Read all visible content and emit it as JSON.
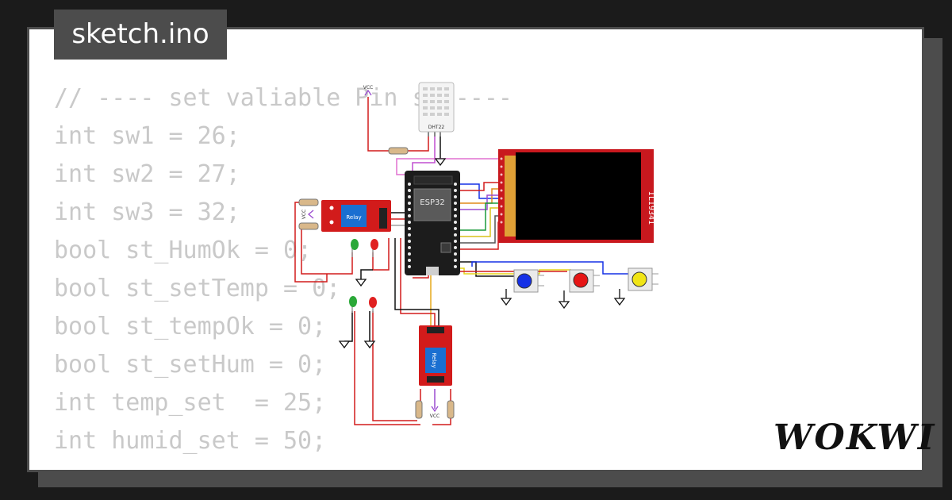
{
  "file_tab": {
    "title": "sketch.ino"
  },
  "code_lines": [
    "// ---- set valiable Pin sw ----",
    "int sw1 = 26;",
    "int sw2 = 27;",
    "int sw3 = 32;",
    "bool st_HumOk = 0;",
    "bool st_setTemp = 0;",
    "bool st_tempOk = 0;",
    "bool st_setHum = 0;",
    "int temp_set  = 25;",
    "int humid_set = 50;"
  ],
  "circuit": {
    "esp32_label": "ESP32",
    "dht_label": "DHT22",
    "display_label": "ILI9341",
    "relay_label": "Relay",
    "vcc_label": "VCC",
    "button_colors": [
      "#1530e6",
      "#e61515",
      "#f0e415"
    ]
  },
  "brand": {
    "logo": "WOKWI"
  },
  "colors": {
    "background": "#1b1b1b",
    "frame": "#4c4c4c",
    "code_text": "#c9c9c9",
    "board_red": "#d21b1b"
  }
}
